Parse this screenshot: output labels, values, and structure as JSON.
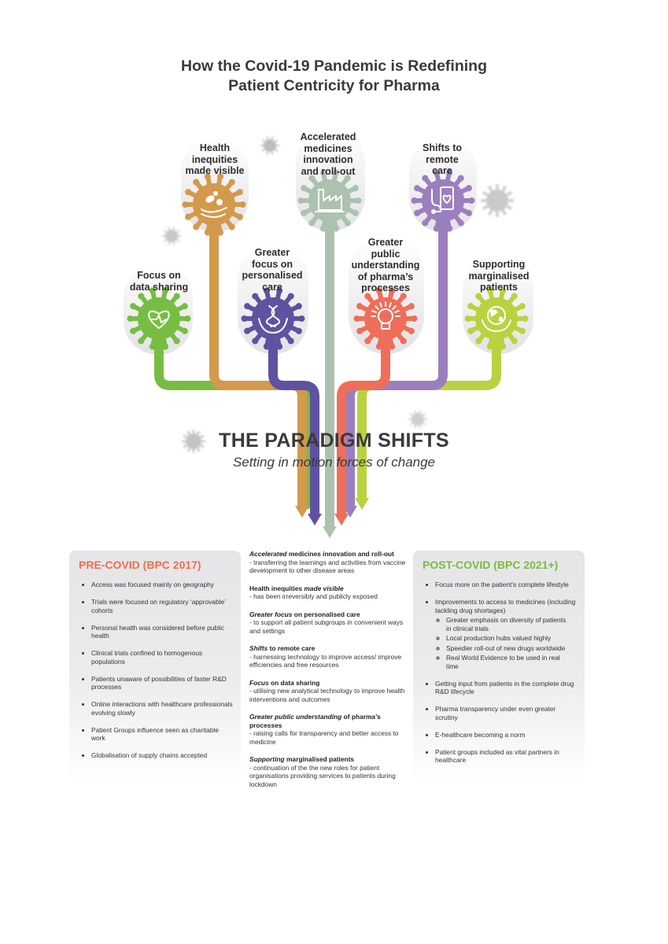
{
  "title": {
    "line1": "How the Covid-19 Pandemic is Redefining",
    "line2": "Patient Centricity for Pharma"
  },
  "nodes": [
    {
      "id": "data",
      "lines": [
        "Focus on",
        "data sharing"
      ],
      "color": "#77bd43",
      "icon": "heart-binary-icon"
    },
    {
      "id": "health",
      "lines": [
        "Health",
        "inequities",
        "made visible"
      ],
      "color": "#d39a4c",
      "icon": "hands-pills-icon"
    },
    {
      "id": "personal",
      "lines": [
        "Greater",
        "focus on",
        "personalised",
        "care"
      ],
      "color": "#5f52a0",
      "icon": "dna-hands-icon"
    },
    {
      "id": "accel",
      "lines": [
        "Accelerated",
        "medicines",
        "innovation",
        "and roll-out"
      ],
      "color": "#adc2ae",
      "icon": "factory-icon"
    },
    {
      "id": "public",
      "lines": [
        "Greater",
        "public",
        "understanding",
        "of pharma’s",
        "processes"
      ],
      "color": "#ef6e59",
      "icon": "lightbulb-icon"
    },
    {
      "id": "remote",
      "lines": [
        "Shifts to",
        "remote",
        "care"
      ],
      "color": "#9b7fbd",
      "icon": "phone-stethoscope-icon"
    },
    {
      "id": "margin",
      "lines": [
        "Supporting",
        "marginalised",
        "patients"
      ],
      "color": "#b9d23f",
      "icon": "globe-hands-icon"
    }
  ],
  "paradigm": {
    "title": "THE PARADIGM SHIFTS",
    "subtitle": "Setting in motion forces of change"
  },
  "pre": {
    "heading": "PRE-COVID (BPC 2017)",
    "color": "#ef6e4d",
    "items": [
      "Access was focused mainly on geography",
      "Trials were focused on regulatory ‘approvable’ cohorts",
      "Personal health was considered before public health",
      "Clinical trials confined to homogenous populations",
      "Patients unaware of possibilities of faster R&D processes",
      "Online interactions with healthcare professionals evolving slowly",
      "Patient Groups influence seen as charitable work",
      "Globalisation of supply chains accepted"
    ]
  },
  "shifts": [
    {
      "em": "Accelerated",
      "rest": " medicines innovation and roll-out",
      "em_first": true,
      "text": "- transferring the learnings and activities from vaccine development to other disease areas"
    },
    {
      "em": "made visible",
      "rest": "Health inequities ",
      "em_first": false,
      "text": "- has been irreversibly and publicly exposed"
    },
    {
      "em": "Greater focus",
      "rest": " on personalised care",
      "em_first": true,
      "text": "- to support all patient subgroups in convenient ways and settings"
    },
    {
      "em": "Shifts",
      "rest": " to remote care",
      "em_first": true,
      "text": "- harnessing technology to improve access/ improve efficiencies and free resources"
    },
    {
      "em": "Focus",
      "rest": " on data sharing",
      "em_first": true,
      "text": "- utilising new analytical technology to improve health interventions and outcomes"
    },
    {
      "em": "Greater public understanding",
      "rest": " of pharma’s processes",
      "em_first": true,
      "text": "- raising calls for transparency and better access to medicine"
    },
    {
      "em": "Supporting",
      "rest": " marginalised patients",
      "em_first": true,
      "text": "- continuation of the the new roles for patient organisations providing services to patients during lockdown"
    }
  ],
  "post": {
    "heading": "POST-COVID (BPC 2021+)",
    "color": "#7dba3f",
    "items": [
      {
        "text": "Focus more on the patient’s complete lifestyle"
      },
      {
        "text": "Improvements to access to medicines (including tackling drug shortages)",
        "sub": [
          "Greater emphasis on diversity of patients in clinical trials",
          "Local production hubs valued highly",
          "Speedier roll-out of new drugs worldwide",
          "Real World Evidence to be used in real time"
        ]
      },
      {
        "text": "Getting input from patients in the complete drug R&D lifecycle"
      },
      {
        "text": "Pharma transparency under even greater scrutiny"
      },
      {
        "text": "E-healthcare becoming a norm"
      },
      {
        "text": "Patient groups included as vital partners in healthcare"
      }
    ]
  }
}
